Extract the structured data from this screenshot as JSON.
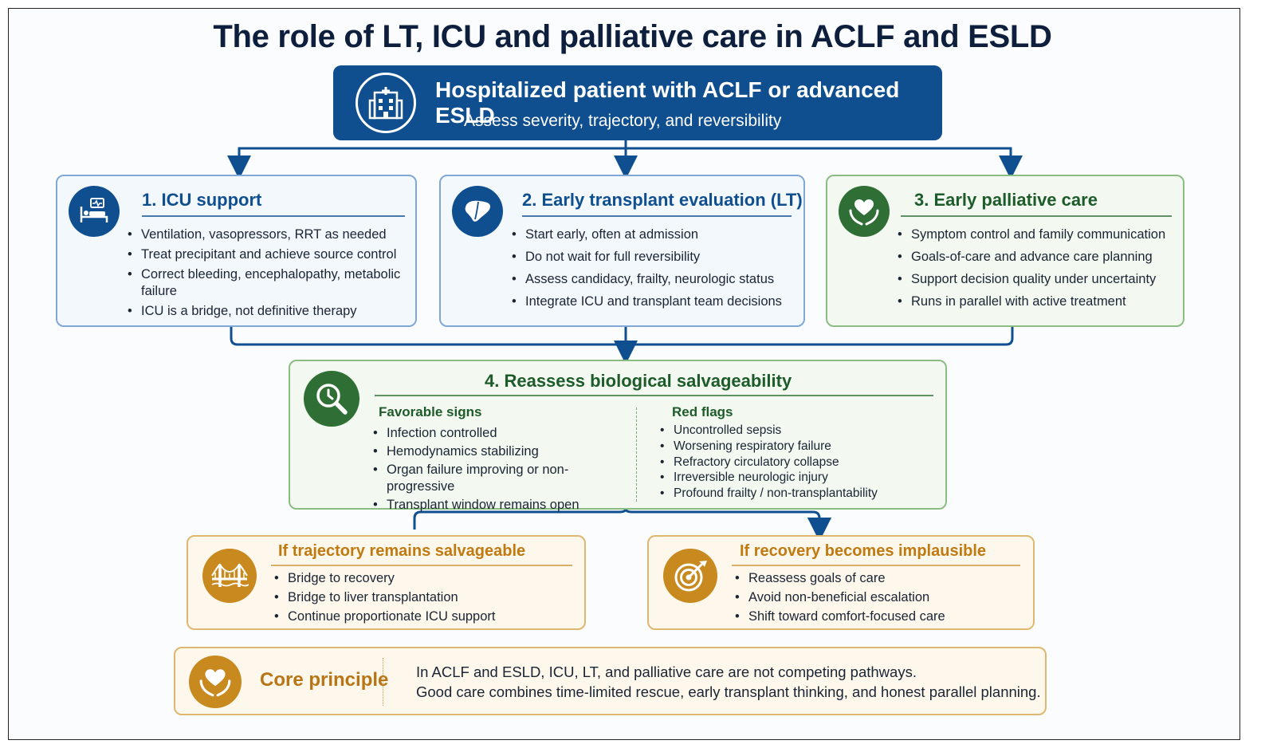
{
  "title": "The role of LT, ICU and palliative care in ACLF and ESLD",
  "top": {
    "heading": "Hospitalized patient with ACLF or advanced ESLD",
    "subheading": "Assess severity, trajectory, and reversibility",
    "icon": "hospital-icon"
  },
  "icu": {
    "title": "1. ICU support",
    "icon": "icu-bed-icon",
    "items": [
      "Ventilation, vasopressors, RRT as needed",
      "Treat precipitant and achieve source control",
      "Correct bleeding, encephalopathy, metabolic failure",
      "ICU is a bridge, not definitive therapy"
    ]
  },
  "transplant": {
    "title": "2. Early transplant evaluation (LT)",
    "icon": "liver-icon",
    "items": [
      "Start early, often at admission",
      "Do not wait for full reversibility",
      "Assess candidacy, frailty, neurologic status",
      "Integrate ICU and transplant team decisions"
    ]
  },
  "palliative": {
    "title": "3. Early palliative care",
    "icon": "heart-hands-icon",
    "items": [
      "Symptom control and family communication",
      "Goals-of-care and advance care planning",
      "Support decision quality under uncertainty",
      "Runs in parallel with active treatment"
    ]
  },
  "reassess": {
    "title": "4. Reassess biological salvageability",
    "icon": "magnifier-clock-icon",
    "favorable_title": "Favorable signs",
    "favorable": [
      "Infection controlled",
      "Hemodynamics stabilizing",
      "Organ failure improving or non-progressive",
      "Transplant window remains open"
    ],
    "red_title": "Red flags",
    "red": [
      "Uncontrolled sepsis",
      "Worsening respiratory failure",
      "Refractory circulatory collapse",
      "Irreversible neurologic injury",
      "Profound frailty / non-transplantability"
    ]
  },
  "salvageable": {
    "title": "If trajectory remains salvageable",
    "icon": "bridge-icon",
    "items": [
      "Bridge to recovery",
      "Bridge to liver transplantation",
      "Continue proportionate ICU support"
    ]
  },
  "implausible": {
    "title": "If recovery becomes implausible",
    "icon": "target-icon",
    "items": [
      "Reassess goals of care",
      "Avoid non-beneficial escalation",
      "Shift toward comfort-focused care"
    ]
  },
  "core": {
    "label": "Core principle",
    "icon": "heart-hands-icon",
    "line1": "In ACLF and ESLD, ICU, LT, and palliative care are not competing pathways.",
    "line2": "Good care combines time-limited rescue, early transplant thinking, and honest parallel planning."
  },
  "colors": {
    "navy": "#0f4f8f",
    "green": "#2f6e34",
    "orange": "#c9953a",
    "gold_icon": "#c8891f"
  }
}
